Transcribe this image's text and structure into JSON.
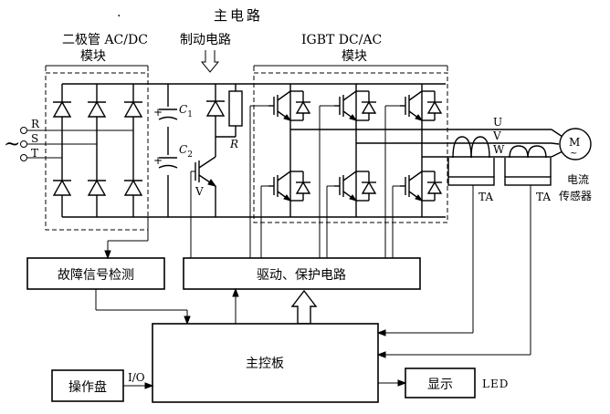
{
  "title": "主电路",
  "modules": {
    "rectifier_line1": "二极管 AC/DC",
    "rectifier_line2": "模块",
    "brake": "制动电路",
    "inverter_line1": "IGBT  DC/AC",
    "inverter_line2": "模块"
  },
  "supply": {
    "tilde": "~",
    "r": "R",
    "s": "S",
    "t": "T"
  },
  "components": {
    "c1_letter": "C",
    "c1_sub": "1",
    "c2_letter": "C",
    "c2_sub": "2",
    "plus1": "+",
    "plus2": "+",
    "resistor": "R",
    "transistor": "V"
  },
  "phases": {
    "u": "U",
    "v": "V",
    "w": "W"
  },
  "motor": {
    "label": "M",
    "tilde": "~"
  },
  "sensors": {
    "ta1": "TA",
    "ta2": "TA",
    "caption_line1": "电流",
    "caption_line2": "传感器"
  },
  "blocks": {
    "fault_detect": "故障信号检测",
    "drive_protect": "驱动、保护电路",
    "main_board": "主控板",
    "operator_panel": "操作盘",
    "io": "I/O",
    "display": "显示",
    "led": "LED"
  },
  "misc": {
    "dot": "."
  }
}
